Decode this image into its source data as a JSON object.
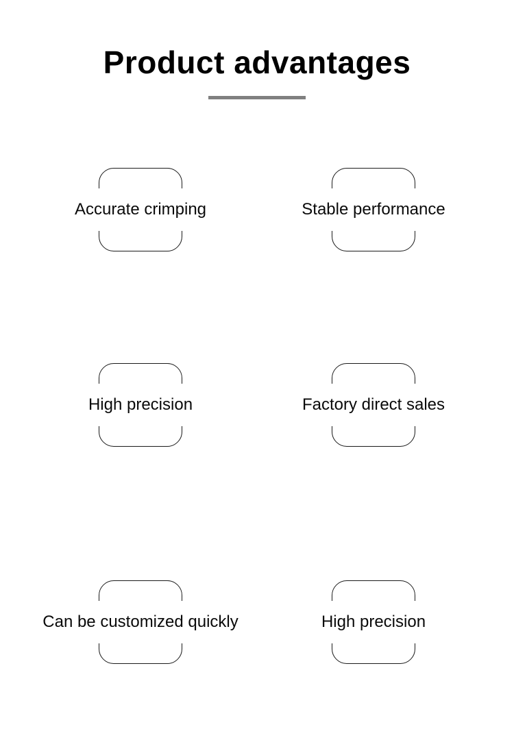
{
  "header": {
    "title": "Product advantages",
    "divider_color": "#808080",
    "title_color": "#000000"
  },
  "advantages": [
    {
      "label": "Accurate crimping"
    },
    {
      "label": "Stable performance"
    },
    {
      "label": "High precision"
    },
    {
      "label": "Factory direct sales"
    },
    {
      "label": "Can be customized quickly"
    },
    {
      "label": "High precision"
    }
  ],
  "colors": {
    "background": "#ffffff",
    "box_outline": "#1a1a1a",
    "text": "#0a0a0a"
  }
}
